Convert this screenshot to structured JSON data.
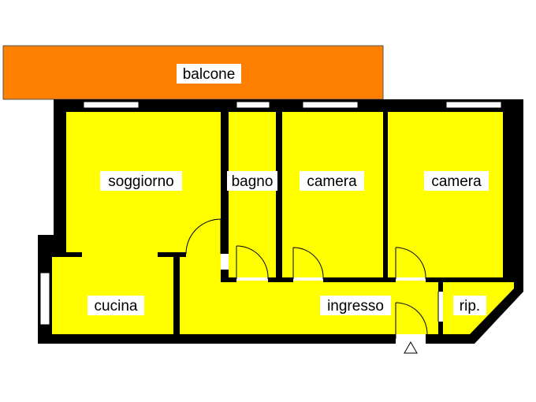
{
  "colors": {
    "room_fill": "#ffff00",
    "balcony_fill": "#ff8000",
    "wall": "#000000",
    "background": "#ffffff",
    "label_background": "#ffffff"
  },
  "rooms": {
    "balcone": "balcone",
    "soggiorno": "soggiorno",
    "bagno": "bagno",
    "camera_1": "camera",
    "camera_2": "camera",
    "cucina": "cucina",
    "ingresso": "ingresso",
    "ripostiglio": "rip."
  },
  "icons": {
    "entrance": "entrance-triangle-icon"
  }
}
